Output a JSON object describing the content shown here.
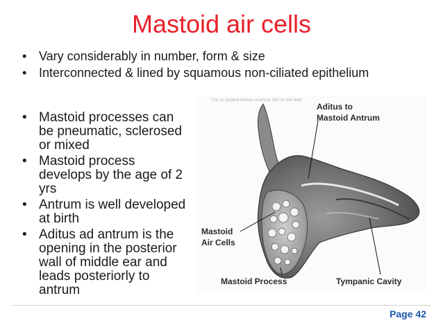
{
  "slide": {
    "title": "Mastoid air cells",
    "intro_bullets": [
      "Vary considerably in number, form & size",
      "Interconnected & lined by squamous non-ciliated epithelium"
    ],
    "bullets": [
      "Mastoid processes can be pneumatic, sclerosed or mixed",
      "Mastoid process develops by the age of 2 yrs",
      "Antrum is well developed at birth",
      "Aditus ad antrum is the opening in the posterior wall of middle ear and leads posteriorly to antrum"
    ],
    "figure": {
      "caption": "The #1 Applied Human Anatomy Site on the Web",
      "labels": {
        "aditus_line1": "Aditus to",
        "aditus_line2": "Mastoid Antrum",
        "air_cells_line1": "Mastoid",
        "air_cells_line2": "Air Cells",
        "mastoid_process": "Mastoid Process",
        "tympanic_cavity": "Tympanic Cavity"
      }
    },
    "page_number": "Page 42"
  }
}
